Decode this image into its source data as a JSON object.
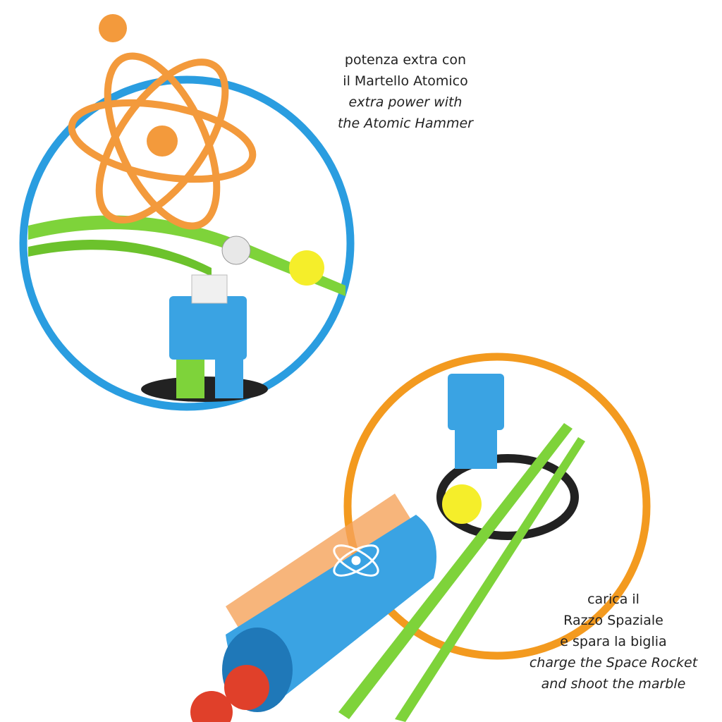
{
  "captions": {
    "top": {
      "italian": [
        "potenza extra con",
        "il Martello Atomico"
      ],
      "english": [
        "extra power with",
        "the Atomic Hammer"
      ]
    },
    "bottom": {
      "italian": [
        "carica il",
        "Razzo Spaziale",
        "e spara la biglia"
      ],
      "english": [
        "charge the Space Rocket",
        "and shoot the marble"
      ]
    }
  },
  "colors": {
    "blue_ring": "#2a9de0",
    "orange_ring": "#f39a1f",
    "track_green": "#7ed33a",
    "part_blue": "#3aa3e3",
    "hammer_orange": "#f39a3c",
    "marble_yellow": "#f5ee2a",
    "marble_red": "#e0402a"
  }
}
